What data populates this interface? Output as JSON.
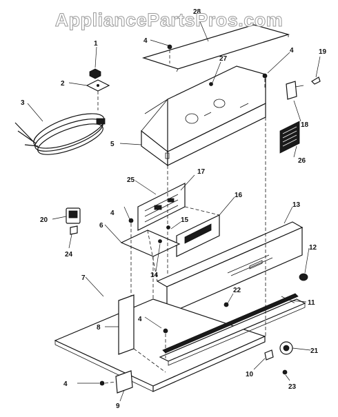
{
  "watermark": "AppliancePartsPros.com",
  "colors": {
    "ink": "#111111",
    "watermark_outline": "#9a9a9a",
    "background": "#ffffff"
  },
  "callouts": [
    "1",
    "2",
    "3",
    "4",
    "4",
    "4",
    "4",
    "4",
    "5",
    "6",
    "7",
    "8",
    "9",
    "10",
    "11",
    "12",
    "13",
    "14",
    "15",
    "16",
    "17",
    "18",
    "19",
    "20",
    "21",
    "22",
    "23",
    "24",
    "25",
    "26",
    "27",
    "28"
  ]
}
